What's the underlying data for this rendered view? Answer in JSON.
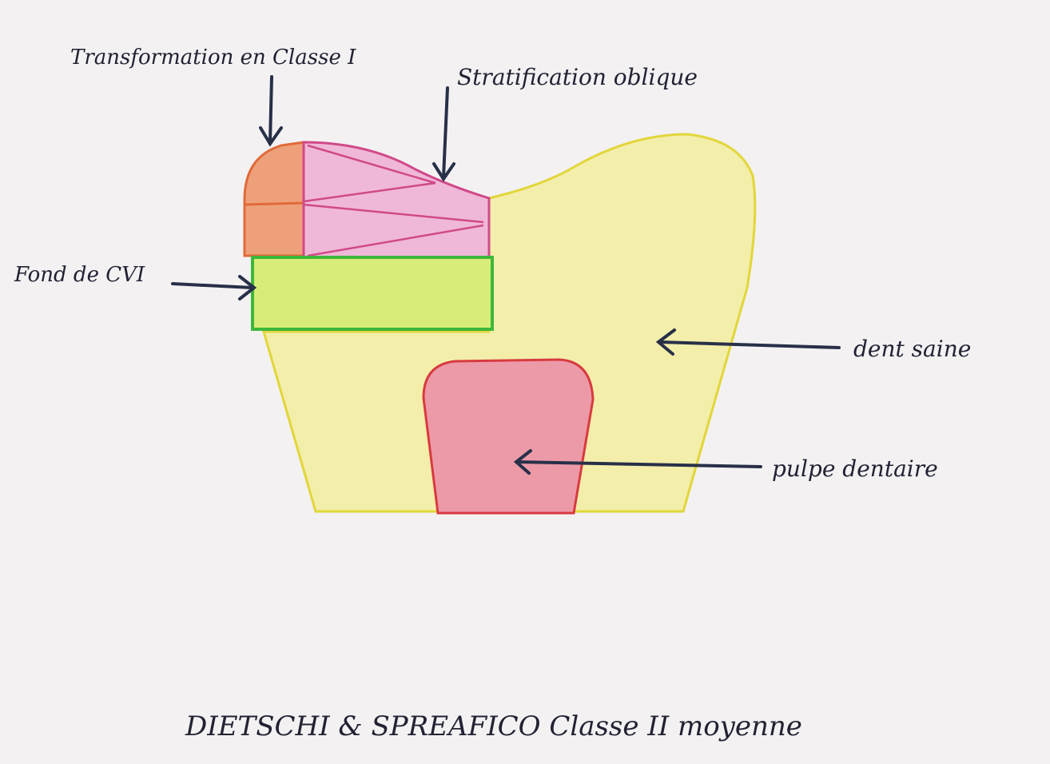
{
  "labels": {
    "transformation": "Transformation en Classe I",
    "stratification": "Stratification oblique",
    "fond": "Fond de CVI",
    "dent": "dent saine",
    "pulpe": "pulpe dentaire"
  },
  "caption": "DIETSCHI & SPREAFICO Classe II moyenne",
  "colors": {
    "tooth_fill": "#f3eeaa",
    "tooth_outline": "#e2d63a",
    "pulp_fill": "#ec9aa8",
    "pulp_outline": "#d83a40",
    "stratification_fill": "#f0b8d8",
    "stratification_lines": "#d04a8a",
    "transformation_fill": "#eea07a",
    "transformation_outline": "#e06a38",
    "cvi_fill": "#d8ec7a",
    "cvi_outline": "#3cb83a",
    "arrows": "#283048"
  }
}
